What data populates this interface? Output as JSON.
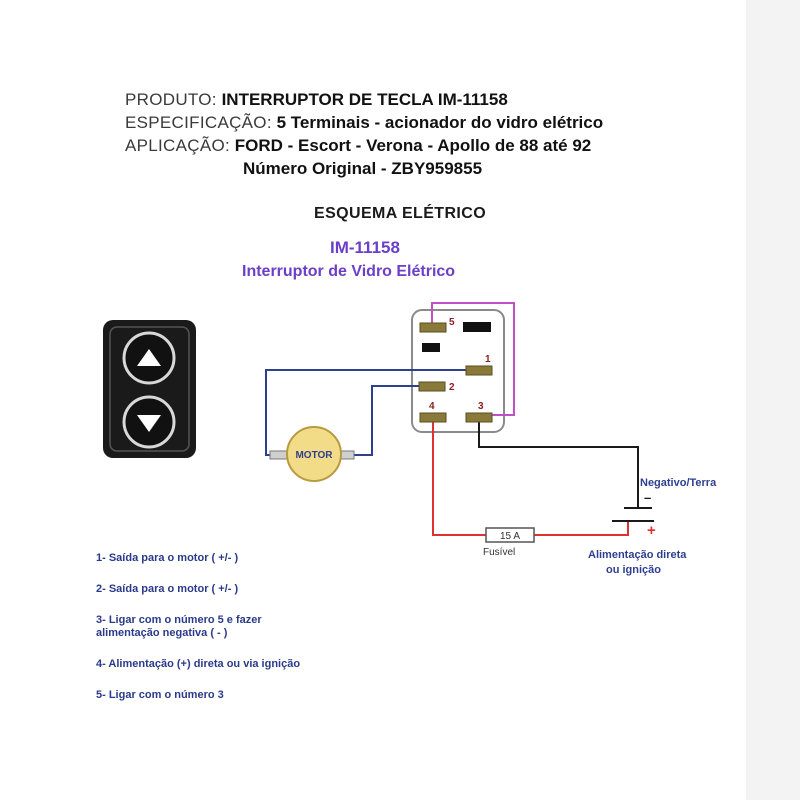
{
  "header": {
    "product_label": "PRODUTO:",
    "product_value": "INTERRUPTOR DE TECLA IM-11158",
    "spec_label": "ESPECIFICAÇÃO:",
    "spec_value": "5 Terminais - acionador do vidro elétrico",
    "app_label": "APLICAÇÃO:",
    "app_value": "FORD -  Escort - Verona - Apollo de 88 até 92",
    "original_number": "Número Original - ZBY959855"
  },
  "section_title": "ESQUEMA ELÉTRICO",
  "diagram_title": {
    "code": "IM-11158",
    "name": "Interruptor de Vidro Elétrico"
  },
  "schematic": {
    "motor_label": "MOTOR",
    "terminal_labels": [
      "5",
      "1",
      "2",
      "4",
      "3"
    ],
    "fuse_rating": "15 A",
    "fuse_label": "Fusível",
    "ground_label": "Negativo/Terra",
    "minus_sign": "–",
    "plus_sign": "+",
    "supply_label_line1": "Alimentação direta",
    "supply_label_line2": "ou ignição"
  },
  "legend": [
    "1- Saída para o motor ( +/- )",
    "2- Saída para o motor ( +/- )",
    "3- Ligar com o número 5 e fazer alimentação negativa ( - )",
    "4- Alimentação (+) direta ou via ignição",
    "5- Ligar com o número 3"
  ],
  "colors": {
    "wire_blue": "#2f3f8f",
    "wire_purple": "#c050c8",
    "wire_black": "#1a1a1a",
    "wire_red": "#e03030",
    "teal_lead": "#3a8a8a",
    "terminal": "#8a7a3a",
    "motor_fill": "#f2dc88",
    "title_purple": "#6b3fc8"
  },
  "icons": [
    "arrow-up-icon",
    "arrow-down-icon"
  ]
}
